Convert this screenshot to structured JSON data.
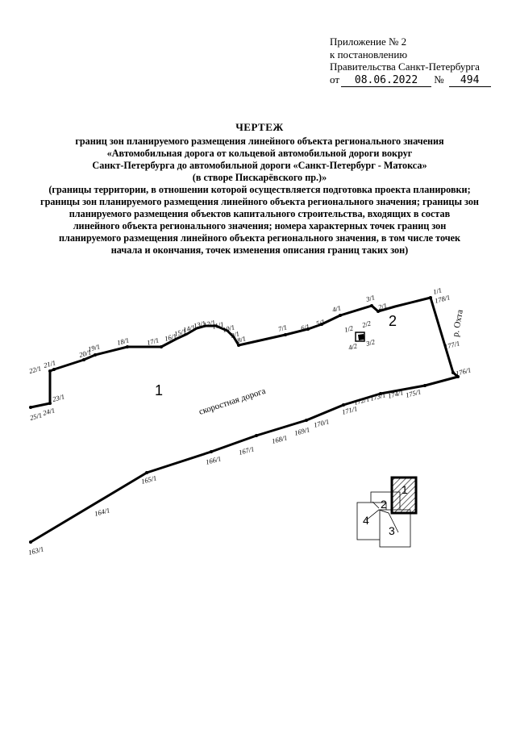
{
  "appendix": {
    "line1": "Приложение № 2",
    "line2": "к постановлению",
    "line3": "Правительства Санкт-Петербурга",
    "date_prefix": "от",
    "date_value": "08.06.2022",
    "number_prefix": "№",
    "number_value": "494"
  },
  "header": {
    "title": "ЧЕРТЕЖ",
    "lines": [
      "границ зон планируемого размещения линейного объекта регионального значения",
      "«Автомобильная дорога от кольцевой автомобильной дороги вокруг",
      "Санкт-Петербурга до автомобильной дороги «Санкт-Петербург - Матокса»",
      "(в створе Пискарёвского пр.)»",
      "(границы территории, в отношении которой осуществляется подготовка проекта планировки;",
      "границы зон планируемого размещения линейного объекта регионального значения; границы зон",
      "планируемого размещения объектов капитального строительства, входящих в состав",
      "линейного объекта регионального значения; номера характерных точек границ зон",
      "планируемого размещения линейного объекта регионального значения, в том числе точек",
      "начала и окончания, точек изменения описания границ таких зон)"
    ]
  },
  "map": {
    "zone1_label": "1",
    "zone2_label": "2",
    "road_label": "скоростная дорога",
    "river_label": "р. Охта",
    "points": [
      "1/1",
      "3/1",
      "2/1",
      "4/1",
      "5/1",
      "6/1",
      "7/1",
      "8/1",
      "9/1",
      "10/1",
      "11/1",
      "12/1",
      "13/1",
      "14/1",
      "15/1",
      "16/1",
      "17/1",
      "18/1",
      "19/1",
      "20/1",
      "21/1",
      "22/1",
      "23/1",
      "24/1",
      "25/1",
      "163/1",
      "164/1",
      "165/1",
      "166/1",
      "167/1",
      "168/1",
      "169/1",
      "170/1",
      "171/1",
      "172/1",
      "173/1",
      "174/1",
      "175/1",
      "176/1",
      "177/1",
      "178/1",
      "1/2",
      "2/2",
      "3/2",
      "4/2"
    ],
    "inset_labels": [
      "1",
      "2",
      "3",
      "4"
    ]
  }
}
